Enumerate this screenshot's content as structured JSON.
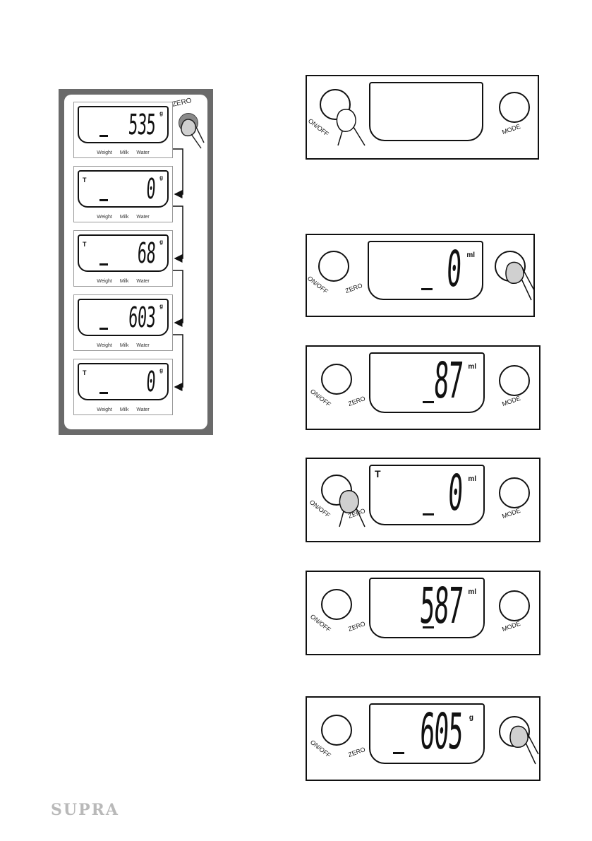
{
  "left_column": {
    "zero_label": "ZERO",
    "label_weight": "Weight",
    "label_milk": "Milk",
    "label_water": "Water",
    "displays": [
      {
        "tare": "",
        "value": "535",
        "unit": "g"
      },
      {
        "tare": "T",
        "value": "0",
        "unit": "g"
      },
      {
        "tare": "T",
        "value": "68",
        "unit": "g"
      },
      {
        "tare": "",
        "value": "603",
        "unit": "g"
      },
      {
        "tare": "T",
        "value": "0",
        "unit": "g"
      }
    ]
  },
  "right_column": {
    "onoff_label": "ON/OFF",
    "zero_label": "ZERO",
    "mode_label": "MODE",
    "panels": [
      {
        "tare": "",
        "value": "",
        "unit": ""
      },
      {
        "tare": "",
        "value": "0",
        "unit": "ml"
      },
      {
        "tare": "",
        "value": "87",
        "unit": "ml"
      },
      {
        "tare": "T",
        "value": "0",
        "unit": "ml"
      },
      {
        "tare": "",
        "value": "587",
        "unit": "ml"
      },
      {
        "tare": "",
        "value": "605",
        "unit": "g"
      }
    ]
  },
  "brand": "SUPRA"
}
